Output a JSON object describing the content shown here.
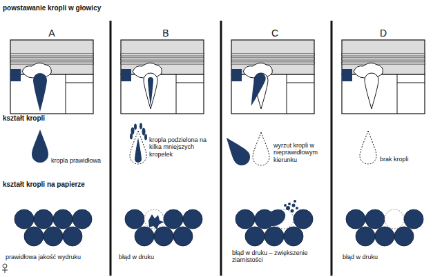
{
  "diagram": {
    "labels": [
      "powstawanie kropli w głowicy",
      "A",
      "B",
      "C",
      "D",
      "kształt kropli",
      "kropla prawidłowa",
      "kropla podzielona na kilka mniejszych kropelek",
      "wyrzut kropli w nieprawidłowym kierunku",
      "brak kropli",
      "kształt kropli na papierze",
      "prawidłowa jakość wydruku",
      "błąd w druku",
      "błąd w druku – zwiększenie ziarnistości",
      "błąd w druku"
    ]
  }
}
